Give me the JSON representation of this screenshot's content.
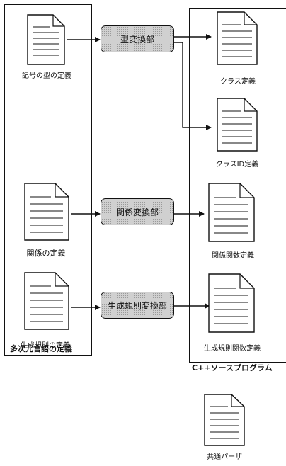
{
  "frames": {
    "left_title": "多次元言語の定義",
    "right_title": "C++ソースプログラム"
  },
  "inputs": [
    {
      "label": "記号の型の定義"
    },
    {
      "label": "関係の定義"
    },
    {
      "label": "生成規則の定義"
    }
  ],
  "processors": [
    {
      "label": "型変換部"
    },
    {
      "label": "関係変換部"
    },
    {
      "label": "生成規則変換部"
    }
  ],
  "outputs": [
    {
      "label": "クラス定義"
    },
    {
      "label": "クラスID定義"
    },
    {
      "label": "関係関数定義"
    },
    {
      "label": "生成規則関数定義"
    }
  ],
  "extra": {
    "label": "共通パーザ"
  }
}
